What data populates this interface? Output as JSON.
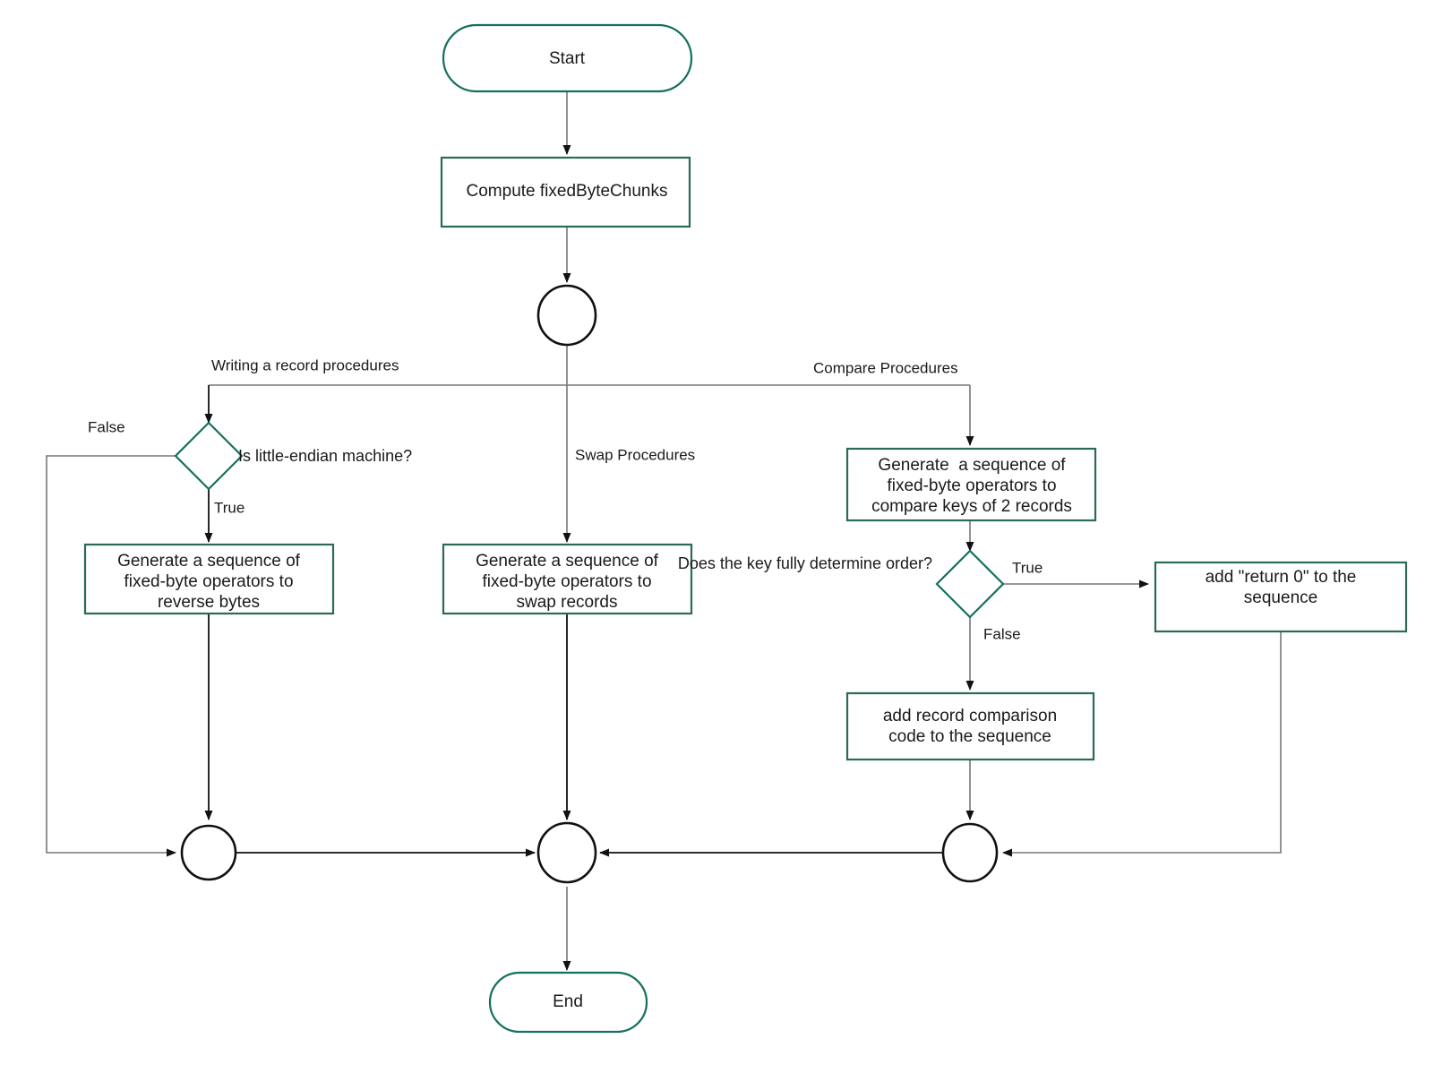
{
  "diagram": {
    "title": "Fixed-byte chunk procedure generation flowchart",
    "colors": {
      "terminator_stroke": "#13705c",
      "process_stroke": "#2a6b51",
      "decision_stroke": "#13705c",
      "junction_stroke": "#111111",
      "connector_light": "#777777",
      "connector_dark": "#111111",
      "text": "#1a1a1a",
      "background": "#ffffff"
    },
    "nodes": {
      "start": {
        "label": "Start",
        "shape": "terminator"
      },
      "compute": {
        "label": "Compute fixedByteChunks",
        "shape": "process"
      },
      "fork": {
        "label": "",
        "shape": "junction-circle"
      },
      "endian_decision": {
        "label": "Is little-endian machine?",
        "shape": "decision"
      },
      "reverse_bytes": {
        "shape": "process",
        "line1": "Generate a sequence of",
        "line2": "fixed-byte operators to",
        "line3": "reverse bytes"
      },
      "swap_records": {
        "shape": "process",
        "line1": "Generate a sequence of",
        "line2": "fixed-byte operators to",
        "line3": "swap records"
      },
      "compare_keys": {
        "shape": "process",
        "line1": "Generate  a sequence of",
        "line2": "fixed-byte operators to",
        "line3": "compare keys of 2 records"
      },
      "key_decision": {
        "label": "Does the key fully determine order?",
        "shape": "decision"
      },
      "return_zero": {
        "shape": "process",
        "line1": "add \"return 0\" to the",
        "line2": "sequence"
      },
      "record_compare_code": {
        "shape": "process",
        "line1": "add record comparison",
        "line2": "code to the sequence"
      },
      "join_left": {
        "label": "",
        "shape": "junction-circle"
      },
      "join_center": {
        "label": "",
        "shape": "junction-circle"
      },
      "join_right": {
        "label": "",
        "shape": "junction-circle"
      },
      "end": {
        "label": "End",
        "shape": "terminator"
      }
    },
    "edge_labels": {
      "writing_record": "Writing a record procedures",
      "swap_procedures": "Swap Procedures",
      "compare_procedures": "Compare Procedures",
      "endian_false": "False",
      "endian_true": "True",
      "key_true": "True",
      "key_false": "False"
    }
  }
}
